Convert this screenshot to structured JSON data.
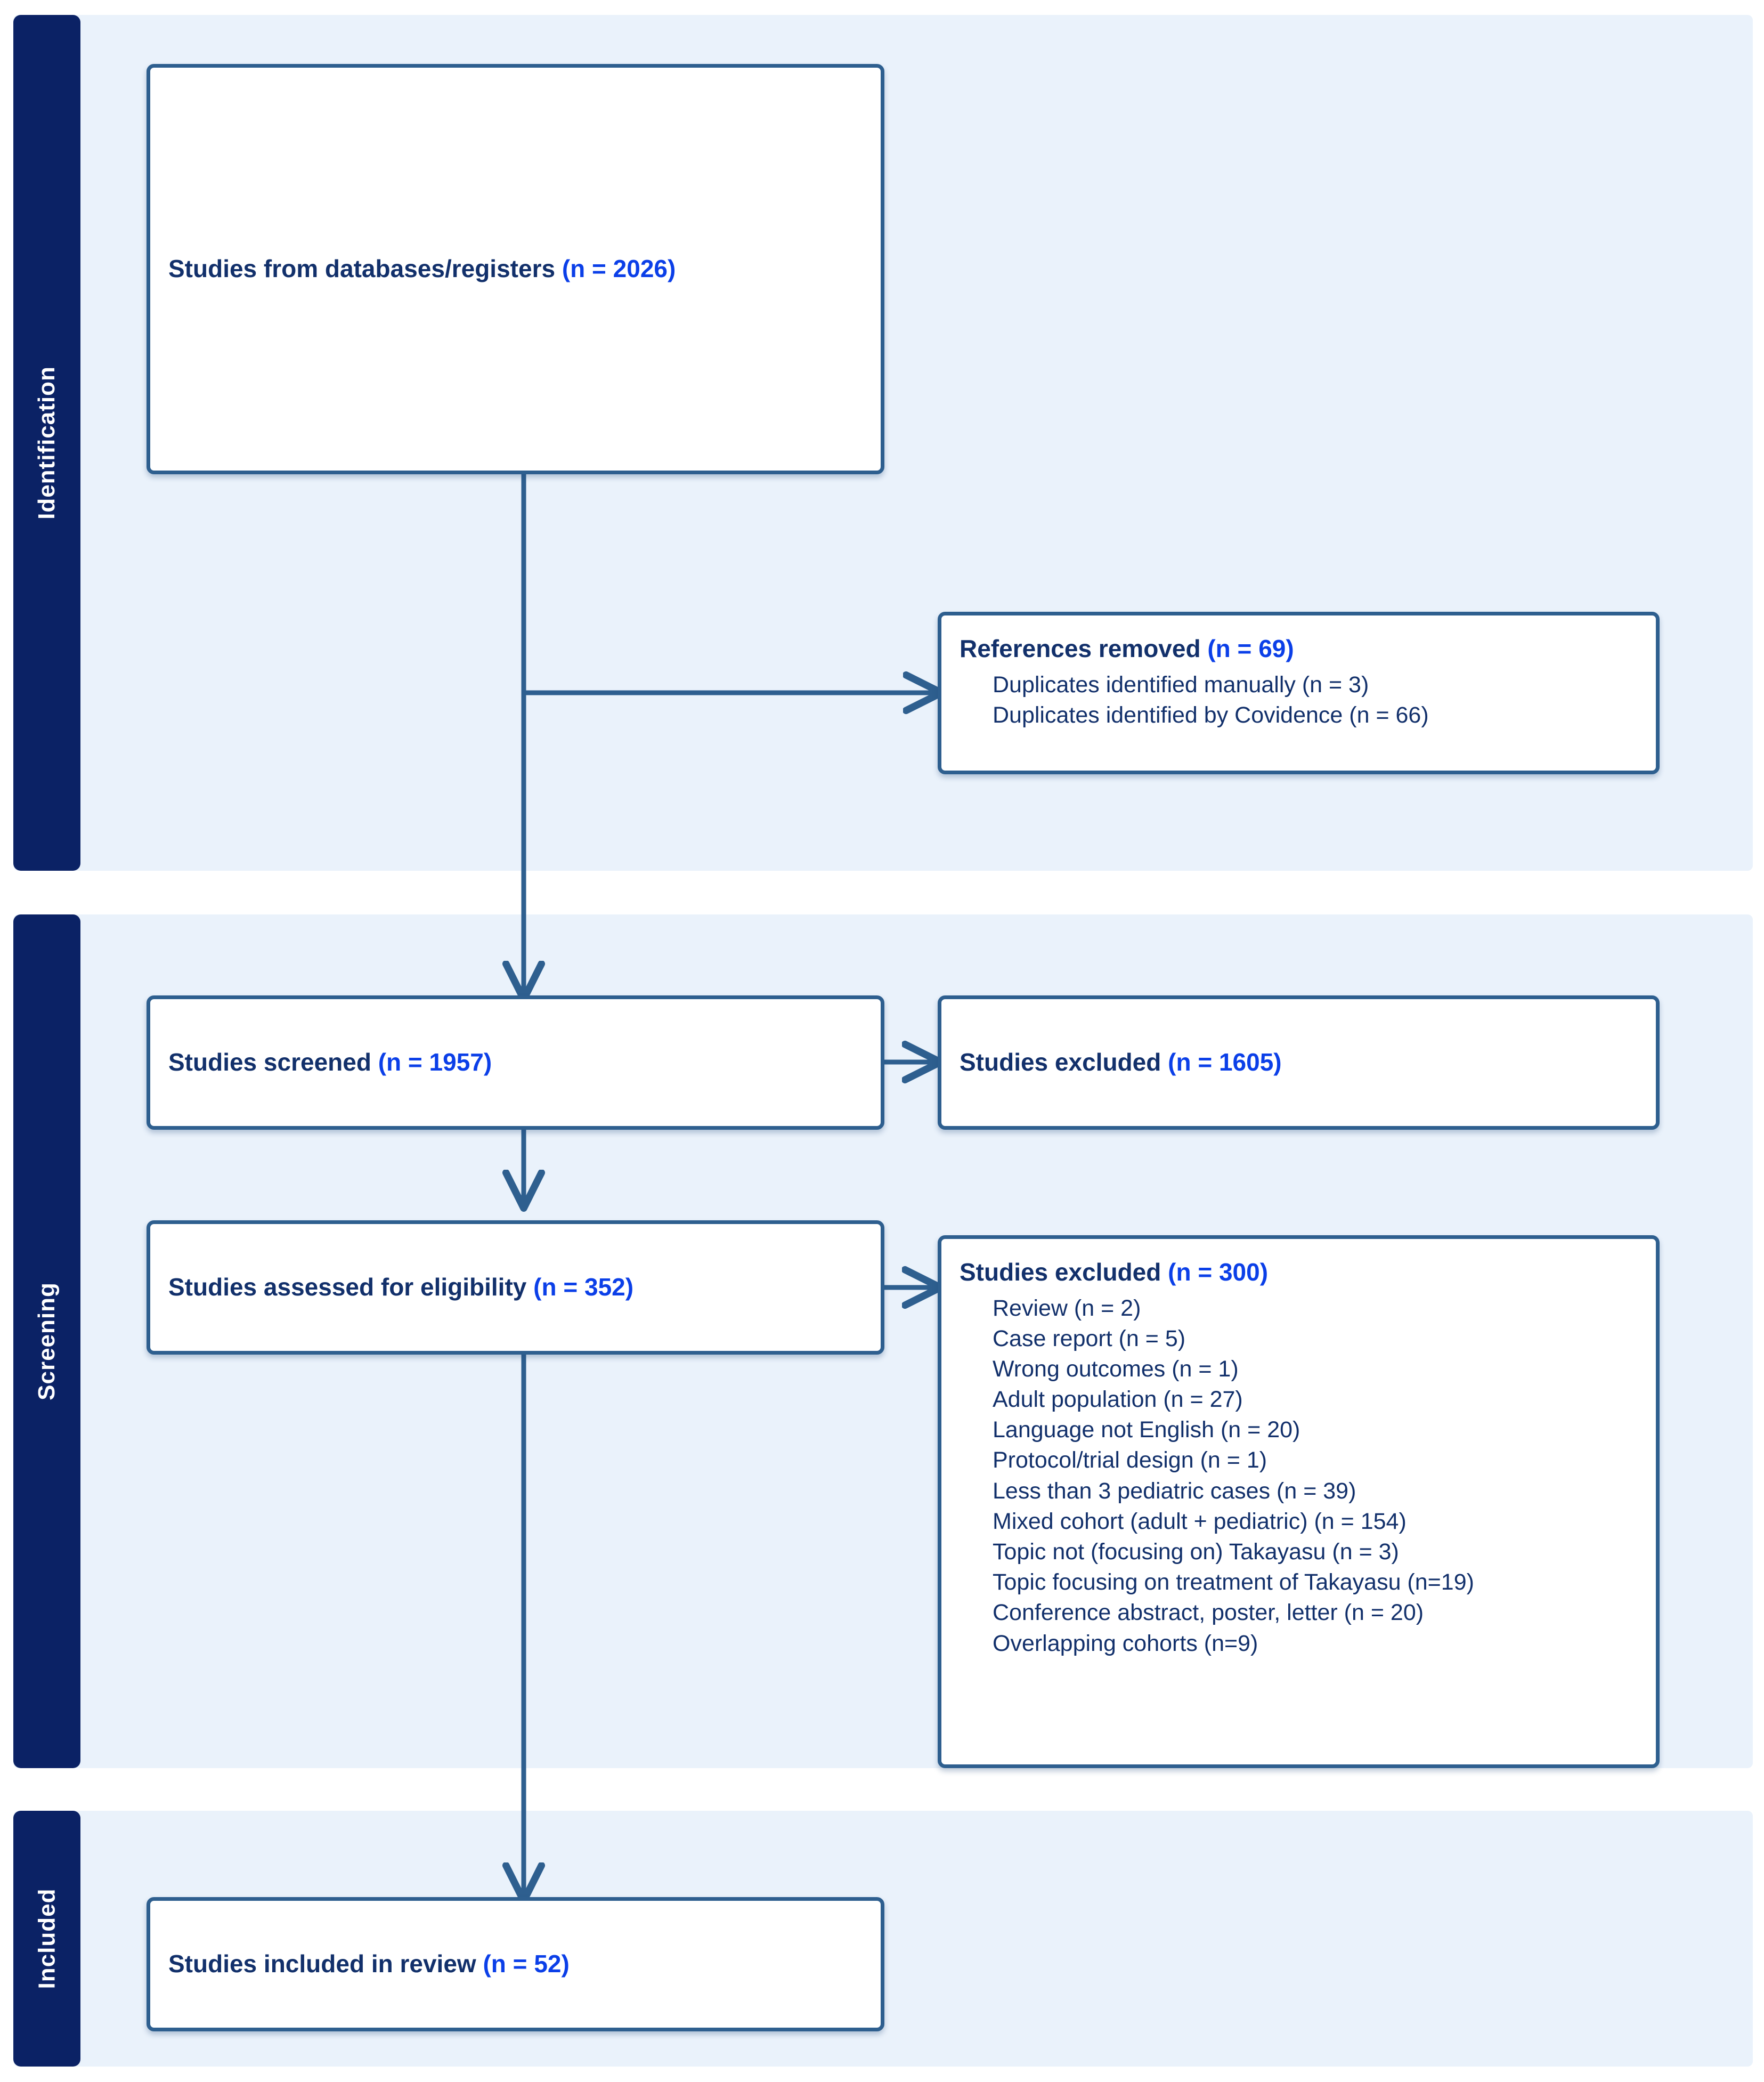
{
  "diagram": {
    "type": "prisma-flow-diagram",
    "title": "PRISMA study selection flow diagram",
    "colors": {
      "stage_bar": "#0b2265",
      "band_background": "#eaf2fb",
      "box_border": "#2e5f8f",
      "text": "#12306b",
      "count_accent": "#0b3fe8",
      "connector": "#2e5f8f"
    }
  },
  "stages": [
    {
      "id": "identification",
      "label": "Identification"
    },
    {
      "id": "screening",
      "label": "Screening"
    },
    {
      "id": "included",
      "label": "Included"
    }
  ],
  "nodes": {
    "databases": {
      "label": "Studies from databases/registers",
      "count": "(n = 2026)"
    },
    "references_removed": {
      "label": "References removed",
      "count": "(n = 69)",
      "items": [
        "Duplicates identified manually (n = 3)",
        "Duplicates identified by Covidence (n = 66)"
      ]
    },
    "screened": {
      "label": "Studies screened",
      "count": "(n = 1957)"
    },
    "screened_excluded": {
      "label": "Studies excluded",
      "count": "(n = 1605)"
    },
    "eligibility": {
      "label": "Studies assessed for eligibility",
      "count": "(n = 352)"
    },
    "eligibility_excluded": {
      "label": "Studies excluded",
      "count": "(n = 300)",
      "items": [
        "Review (n = 2)",
        "Case report (n = 5)",
        "Wrong outcomes (n = 1)",
        "Adult population (n = 27)",
        "Language not English (n = 20)",
        "Protocol/trial design (n = 1)",
        "Less than 3 pediatric cases (n = 39)",
        "Mixed cohort (adult + pediatric) (n = 154)",
        "Topic not (focusing on) Takayasu (n = 3)",
        "Topic focusing on treatment of Takayasu (n=19)",
        "Conference abstract, poster, letter (n = 20)",
        "Overlapping cohorts (n=9)"
      ]
    },
    "included": {
      "label": "Studies included in review",
      "count": "(n = 52)"
    }
  }
}
